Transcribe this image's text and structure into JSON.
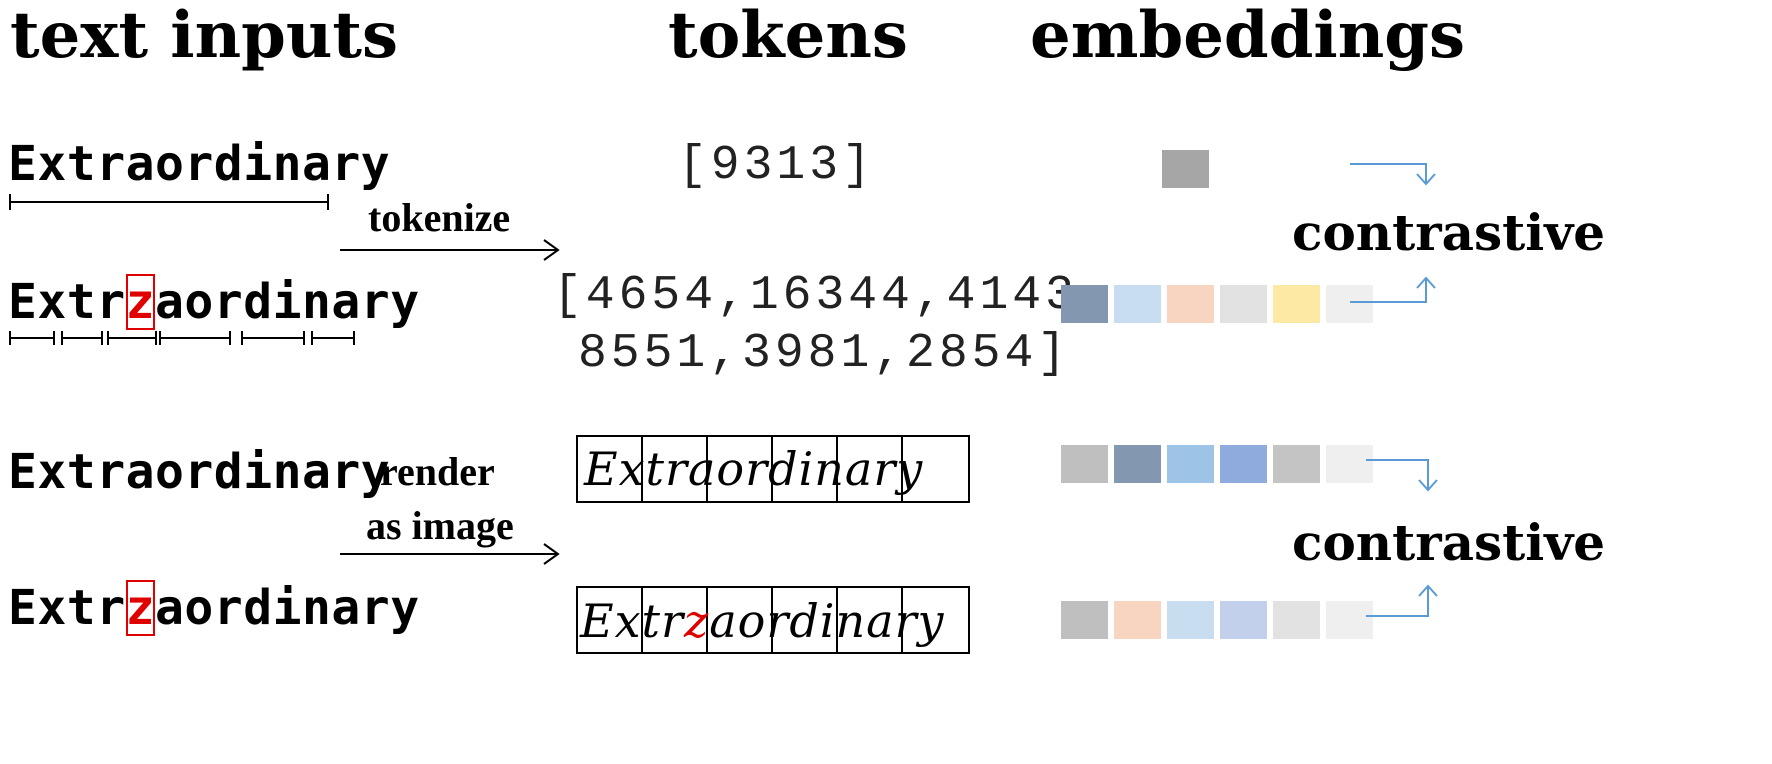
{
  "headers": {
    "text_inputs": "text inputs",
    "tokens": "tokens",
    "embeddings": "embeddings"
  },
  "inputs": {
    "row1": "Extraordinary",
    "row2_prefix": "Extr",
    "row2_highlight": "z",
    "row2_suffix": "aordinary",
    "row3": "Extraordinary",
    "row4_prefix": "Extr",
    "row4_highlight": "z",
    "row4_suffix": "aordinary"
  },
  "arrows": {
    "tokenize": "tokenize",
    "render_line1": "render",
    "render_line2": "as image"
  },
  "tokens": {
    "row1": "[9313]",
    "row2_line1": "[4654,16344,4143,",
    "row2_line2": "8551,3981,2854]"
  },
  "rendered": {
    "row3": "Extraordinary",
    "row4_prefix": "Extr",
    "row4_highlight": "z",
    "row4_suffix": "aordinary"
  },
  "labels": {
    "contrastive_top": "contrastive",
    "contrastive_bottom": "contrastive"
  },
  "colors": {
    "highlight": "#e00000",
    "connector": "#5b9bd5",
    "embedding_row1": [
      "#a6a6a6"
    ],
    "embedding_row2": [
      "#8497b0",
      "#c9ddf0",
      "#f8d5c0",
      "#e2e2e2",
      "#fde9a3",
      "#efefef"
    ],
    "embedding_row3": [
      "#bfbfbf",
      "#8497b0",
      "#9dc3e6",
      "#8faadc",
      "#c4c4c4",
      "#efefef"
    ],
    "embedding_row4": [
      "#bfbfbf",
      "#f8d5c0",
      "#c9ddf0",
      "#c3d0ec",
      "#e2e2e2",
      "#efefef"
    ]
  }
}
